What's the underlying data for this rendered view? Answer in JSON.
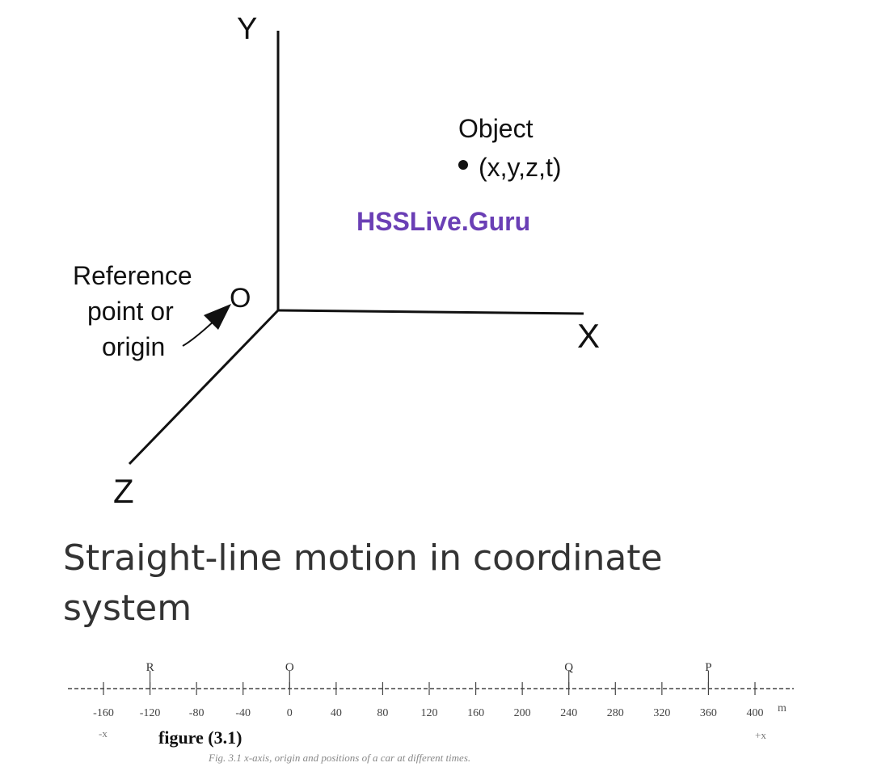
{
  "diagram": {
    "axes": {
      "y_label": "Y",
      "x_label": "X",
      "z_label": "Z",
      "origin_label": "O"
    },
    "object": {
      "label": "Object",
      "coords": "(x,y,z,t)"
    },
    "reference": {
      "line1": "Reference",
      "line2": "point or",
      "line3": "origin"
    },
    "watermark": {
      "text": "HSSLive.Guru",
      "color": "#6a3fb5"
    }
  },
  "caption": {
    "text": "Straight-line motion in coordinate system"
  },
  "number_line": {
    "ticks": [
      "-160",
      "-120",
      "-80",
      "-40",
      "0",
      "40",
      "80",
      "120",
      "160",
      "200",
      "240",
      "280",
      "320",
      "360",
      "400"
    ],
    "unit": "m",
    "points": [
      {
        "label": "R",
        "at": "-120"
      },
      {
        "label": "O",
        "at": "0"
      },
      {
        "label": "Q",
        "at": "240"
      },
      {
        "label": "P",
        "at": "360"
      }
    ],
    "neg_dir": "-x",
    "pos_dir": "+x",
    "figure_label": "figure (3.1)",
    "fig_caption": "Fig. 3.1  x-axis, origin and positions of a car at different times."
  }
}
